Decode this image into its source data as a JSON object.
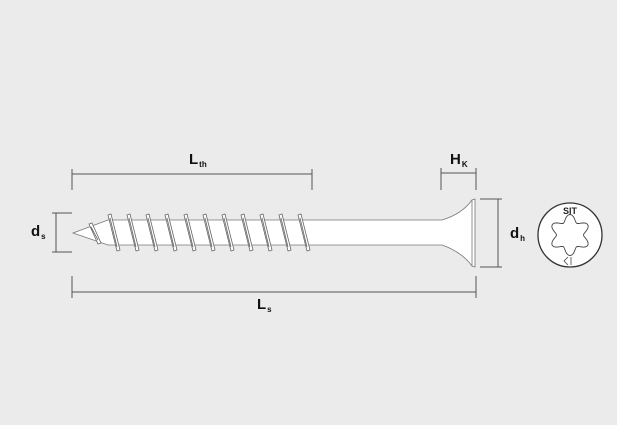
{
  "labels": {
    "thread_length": {
      "main": "L",
      "sub": "th"
    },
    "screw_length": {
      "main": "L",
      "sub": "s"
    },
    "shank_diameter": {
      "main": "d",
      "sub": "s"
    },
    "head_height": {
      "main": "H",
      "sub": "K"
    },
    "head_diameter": {
      "main": "d",
      "sub": "h"
    }
  },
  "head_marking": "SIT",
  "colors": {
    "background": "#ebebeb",
    "screw_fill": "#ffffff",
    "line": "#555555"
  }
}
